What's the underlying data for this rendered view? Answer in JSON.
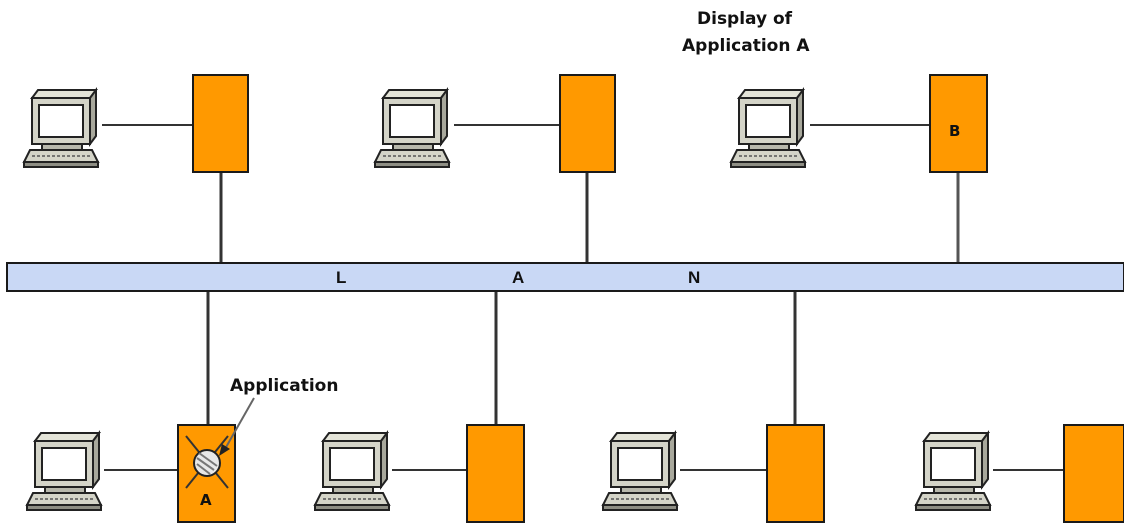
{
  "labels": {
    "display_line1": "Display of",
    "display_line2": "Application A",
    "application": "Application",
    "server_b": "B",
    "server_a": "A"
  },
  "lan": {
    "letters": [
      "L",
      "A",
      "N"
    ]
  },
  "colors": {
    "server_fill": "#FF9900",
    "server_stroke": "#1a1a1a",
    "lan_fill": "#C9D8F5",
    "lan_stroke": "#1a1a1a",
    "computer_body": "#D4D4C8",
    "computer_dark": "#707066",
    "screen": "#FFFFFF",
    "wire": "#333333"
  }
}
